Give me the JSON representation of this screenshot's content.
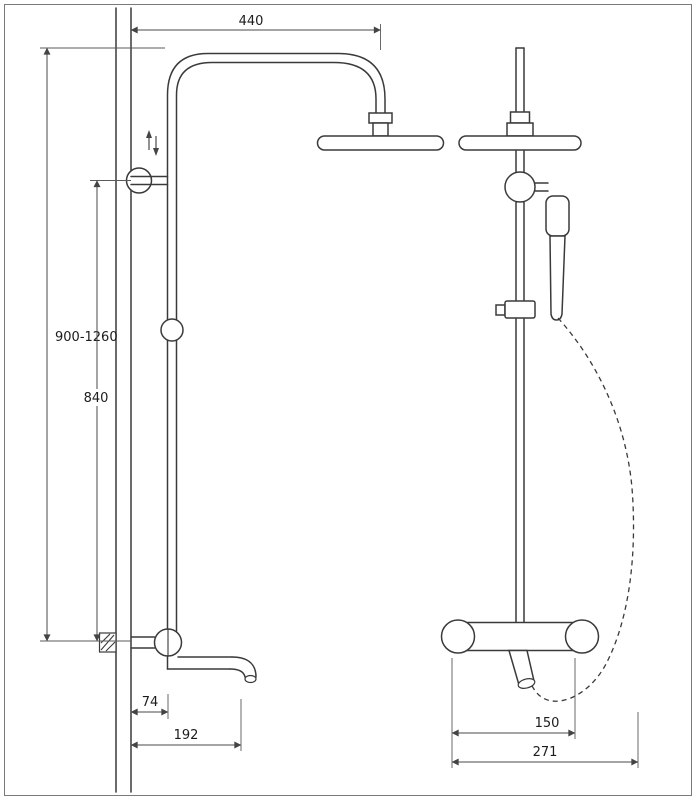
{
  "drawing": {
    "title": "shower-column-technical-drawing",
    "labels": {
      "dim_top_reach": "440",
      "dim_overall_height": "900-1260",
      "dim_riser_height": "840",
      "dim_spout_offset": "74",
      "dim_spout_reach": "192",
      "dim_inlet_spacing": "150",
      "dim_mixer_width": "271"
    },
    "colors": {
      "line": "#3a3a3a",
      "dimension_line": "#4a4a4a",
      "background": "#ffffff"
    }
  }
}
